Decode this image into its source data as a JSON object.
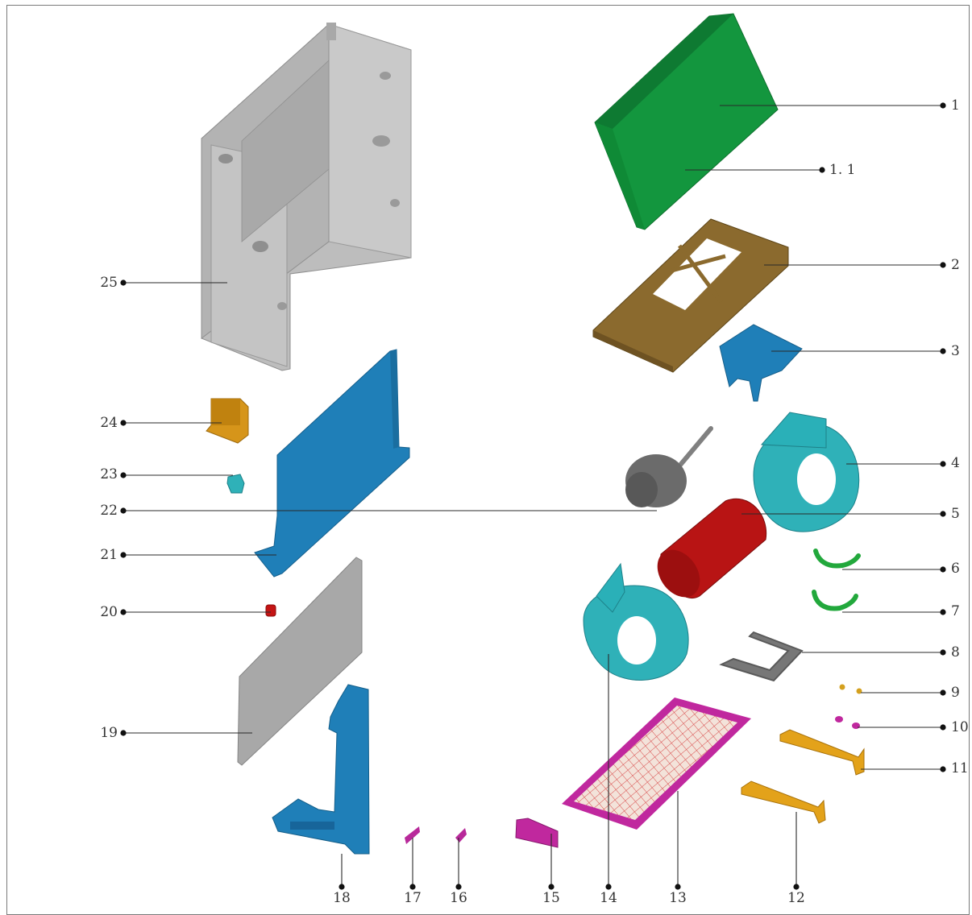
{
  "title": "",
  "colors": {
    "panel_green": "#139a3f",
    "frame_brown": "#8b6a2e",
    "blue_part": "#1f7fb8",
    "teal_part": "#2fb1b8",
    "red_wheel": "#b81414",
    "gray_motor": "#6b6b6b",
    "gray_chassis": "#b9b9b9",
    "orange_part": "#e3a21a",
    "magenta_part": "#c0289e",
    "grille_red": "#d84a4a"
  },
  "callouts": {
    "right": [
      {
        "id": "c1",
        "label": "1"
      },
      {
        "id": "c1_1",
        "label": "1. 1"
      },
      {
        "id": "c2",
        "label": "2"
      },
      {
        "id": "c3",
        "label": "3"
      },
      {
        "id": "c4",
        "label": "4"
      },
      {
        "id": "c5",
        "label": "5"
      },
      {
        "id": "c6",
        "label": "6"
      },
      {
        "id": "c7",
        "label": "7"
      },
      {
        "id": "c8",
        "label": "8"
      },
      {
        "id": "c9",
        "label": "9"
      },
      {
        "id": "c10",
        "label": "10"
      },
      {
        "id": "c11",
        "label": "11"
      }
    ],
    "left": [
      {
        "id": "c25",
        "label": "25"
      },
      {
        "id": "c24",
        "label": "24"
      },
      {
        "id": "c23",
        "label": "23"
      },
      {
        "id": "c22",
        "label": "22"
      },
      {
        "id": "c21",
        "label": "21"
      },
      {
        "id": "c20",
        "label": "20"
      },
      {
        "id": "c19",
        "label": "19"
      }
    ],
    "bottom": [
      {
        "id": "c18",
        "label": "18"
      },
      {
        "id": "c17",
        "label": "17"
      },
      {
        "id": "c16",
        "label": "16"
      },
      {
        "id": "c15",
        "label": "15"
      },
      {
        "id": "c14",
        "label": "14"
      },
      {
        "id": "c13",
        "label": "13"
      },
      {
        "id": "c12",
        "label": "12"
      }
    ]
  }
}
